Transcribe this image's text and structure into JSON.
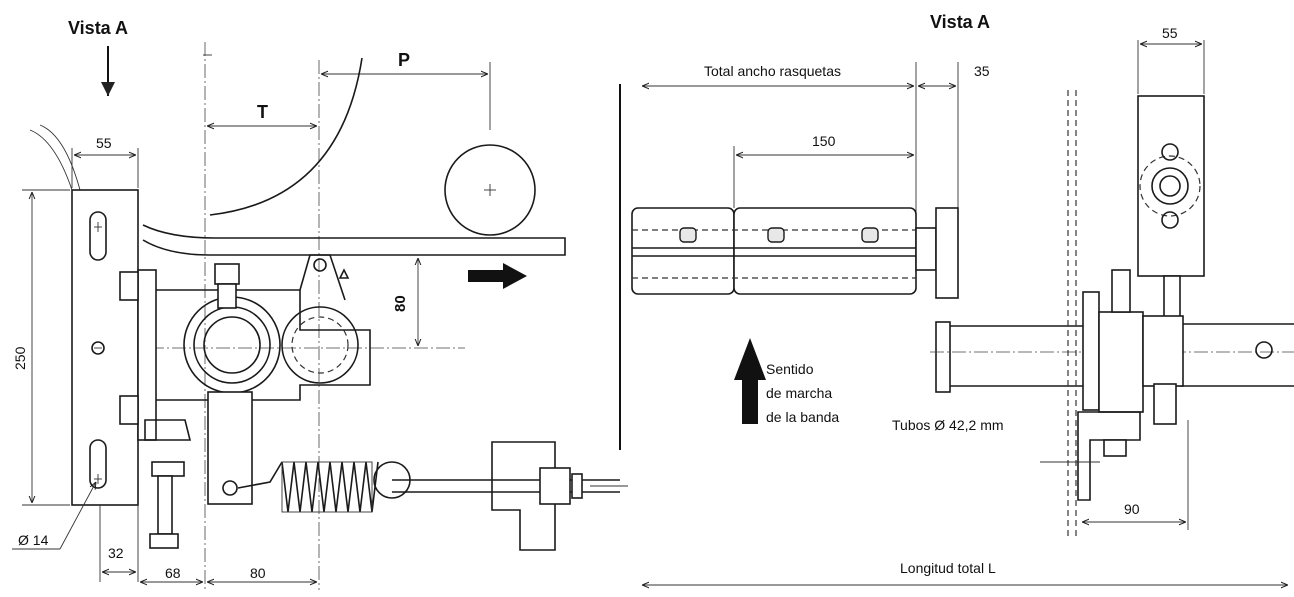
{
  "left_view": {
    "title": "Vista A",
    "label_T": "T",
    "label_P": "P",
    "dim_55": "55",
    "dim_250": "250",
    "dim_80_vertical": "80",
    "dim_diameter_14": "Ø 14",
    "dim_32": "32",
    "dim_68": "68",
    "dim_80_horizontal": "80"
  },
  "right_view": {
    "title": "Vista A",
    "dim_55": "55",
    "dim_total_width": "Total ancho rasquetas",
    "dim_35": "35",
    "dim_150": "150",
    "direction_line1": "Sentido",
    "direction_line2": "de marcha",
    "direction_line3": "de la banda",
    "tubes_label": "Tubos Ø 42,2 mm",
    "dim_90": "90",
    "total_length": "Longitud total L"
  }
}
